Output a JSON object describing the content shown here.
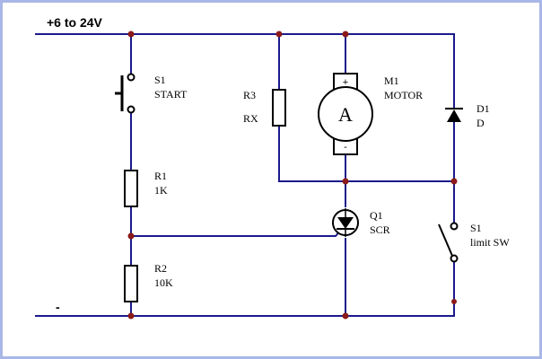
{
  "rails": {
    "positive": "+6 to 24V",
    "negative": "-"
  },
  "components": {
    "s1_start": {
      "ref": "S1",
      "value": "START"
    },
    "r1": {
      "ref": "R1",
      "value": "1K"
    },
    "r2": {
      "ref": "R2",
      "value": "10K"
    },
    "r3": {
      "ref": "R3",
      "value": "RX"
    },
    "m1": {
      "ref": "M1",
      "value": "MOTOR",
      "symbol": "A",
      "plus": "+",
      "minus": "-"
    },
    "d1": {
      "ref": "D1",
      "value": "D"
    },
    "q1": {
      "ref": "Q1",
      "value": "SCR"
    },
    "s1_limit": {
      "ref": "S1",
      "value": "limit SW"
    }
  },
  "colors": {
    "wire": "#1a1a8c",
    "junction": "#8b1a1a",
    "border": "#a9b7e6"
  }
}
